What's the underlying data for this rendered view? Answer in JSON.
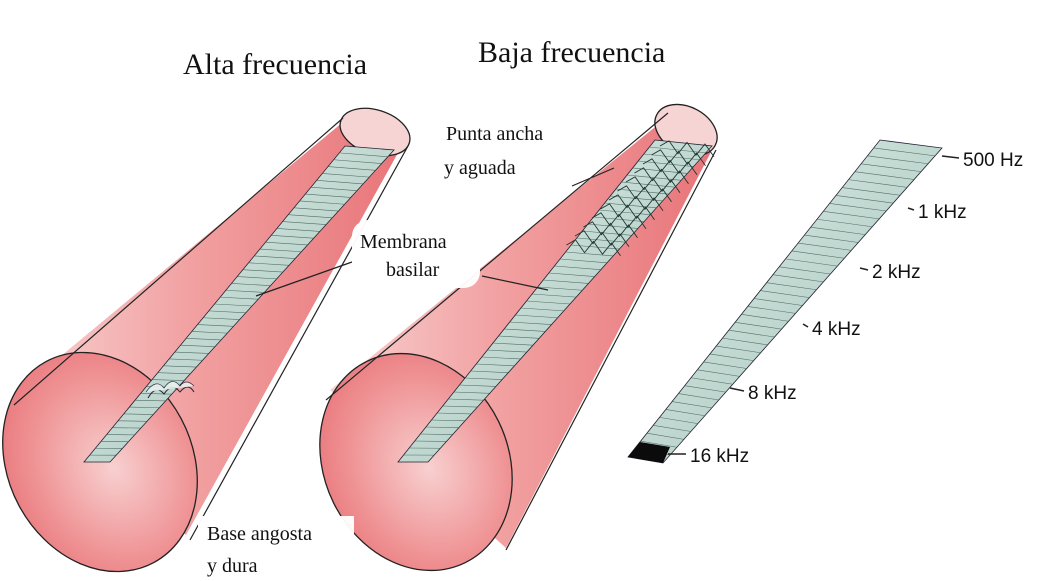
{
  "titles": {
    "high": "Alta frecuencia",
    "low": "Baja frecuencia"
  },
  "labels": {
    "apex_line1": "Punta ancha",
    "apex_line2": "y aguada",
    "membrane_line1": "Membrana",
    "membrane_line2": "basilar",
    "base_line1": "Base angosta",
    "base_line2": "y dura"
  },
  "frequency_scale": [
    "500 Hz",
    "1 kHz",
    "2 kHz",
    "4 kHz",
    "8 kHz",
    "16 kHz"
  ],
  "colors": {
    "cone_fill": "#ef7f80",
    "cone_light": "#f9dada",
    "membrane": "#cfe3dc",
    "membrane_dark": "#1f3530"
  }
}
